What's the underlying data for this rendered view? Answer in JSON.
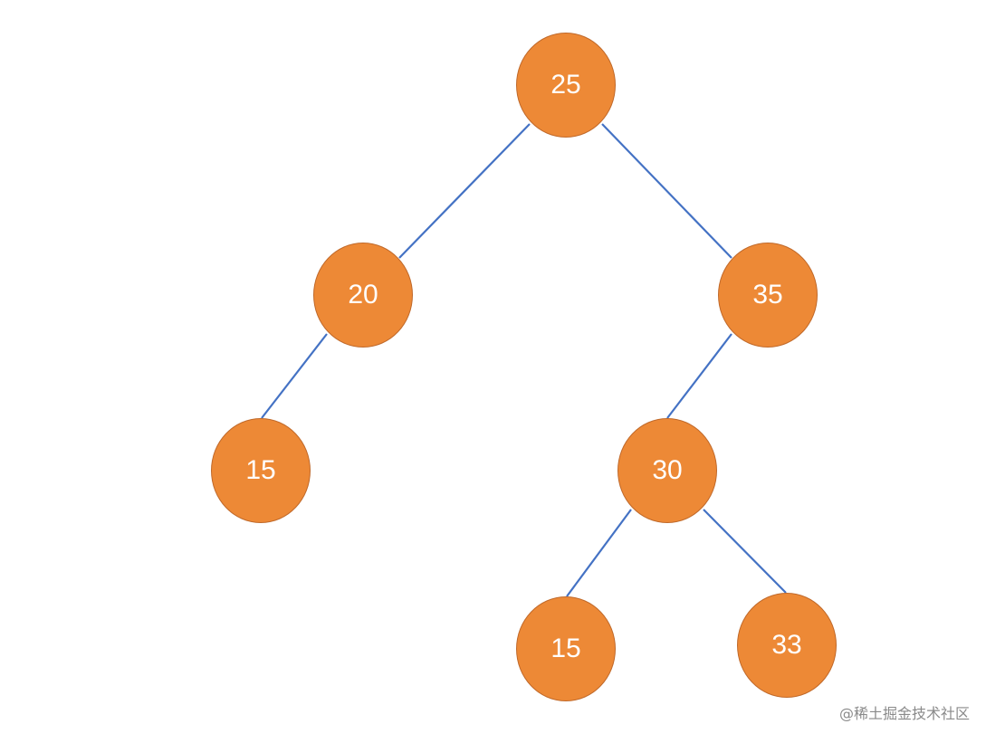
{
  "tree": {
    "root": "25",
    "left": "20",
    "right": "35",
    "left_left": "15",
    "right_left": "30",
    "right_left_left": "15",
    "right_left_right": "33"
  },
  "watermark": "@稀土掘金技术社区",
  "colors": {
    "node_fill": "#ed8936",
    "node_border": "#c0692a",
    "edge": "#4472c4",
    "text": "#ffffff"
  }
}
